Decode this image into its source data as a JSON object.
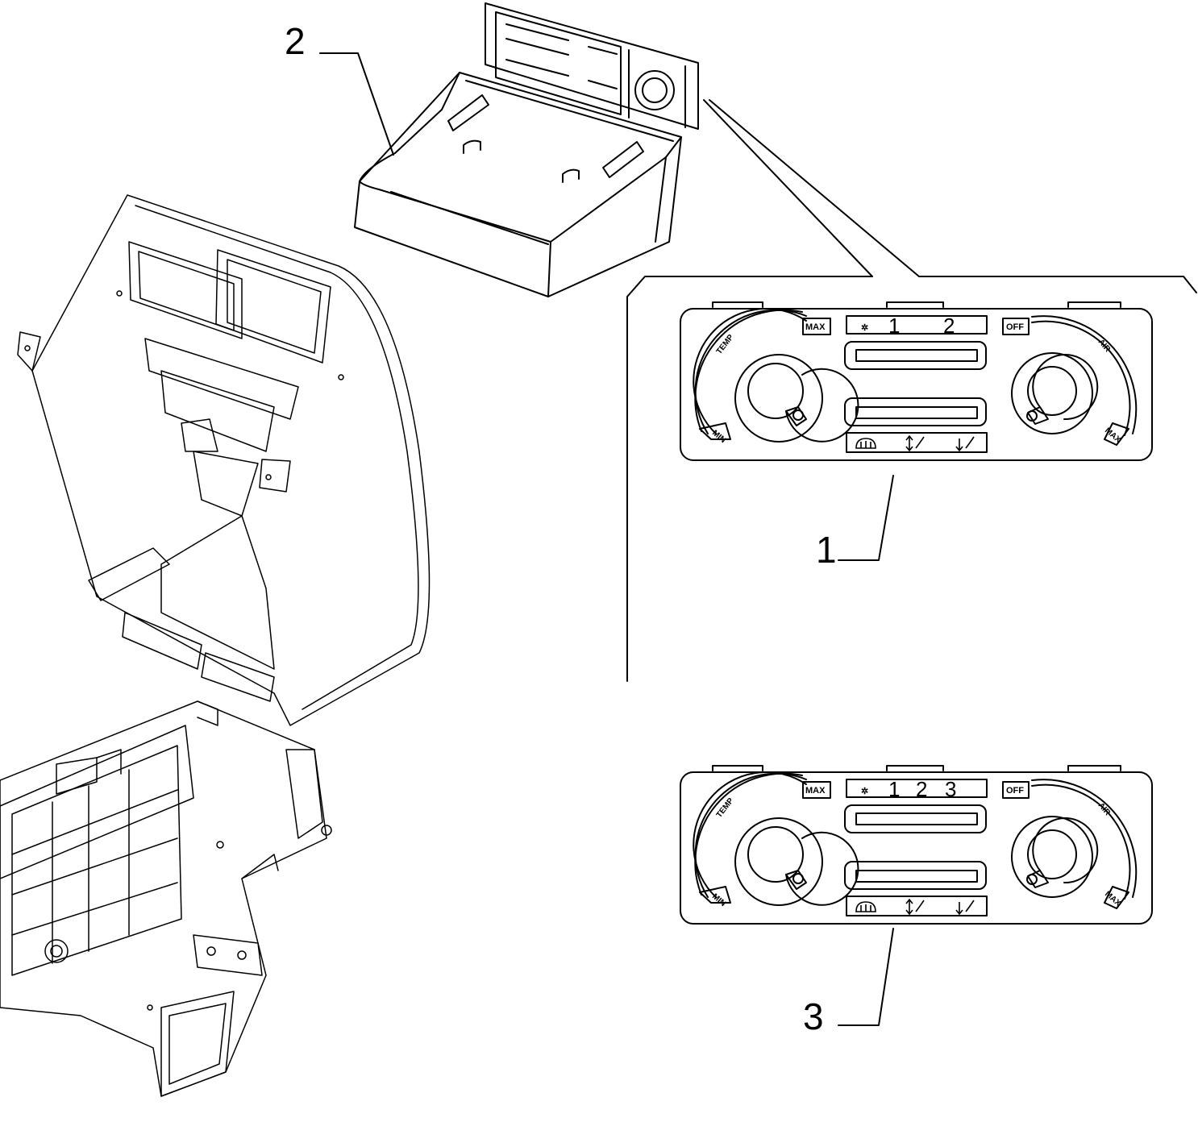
{
  "callouts": {
    "part1": "1",
    "part2": "2",
    "part3": "3"
  },
  "panel1": {
    "max_label": "MAX",
    "min_label": "MIN",
    "temp_label": "TEMP",
    "off_label": "OFF",
    "air_label": "AIR",
    "max_right_label": "MAX",
    "fan_icon": "fan-icon",
    "speeds": [
      "1",
      "2"
    ]
  },
  "panel3": {
    "max_label": "MAX",
    "min_label": "MIN",
    "temp_label": "TEMP",
    "off_label": "OFF",
    "air_label": "AIR",
    "max_right_label": "MAX",
    "fan_icon": "fan-icon",
    "speeds": [
      "1",
      "2",
      "3"
    ]
  },
  "colors": {
    "line": "#000000",
    "background": "#ffffff"
  }
}
